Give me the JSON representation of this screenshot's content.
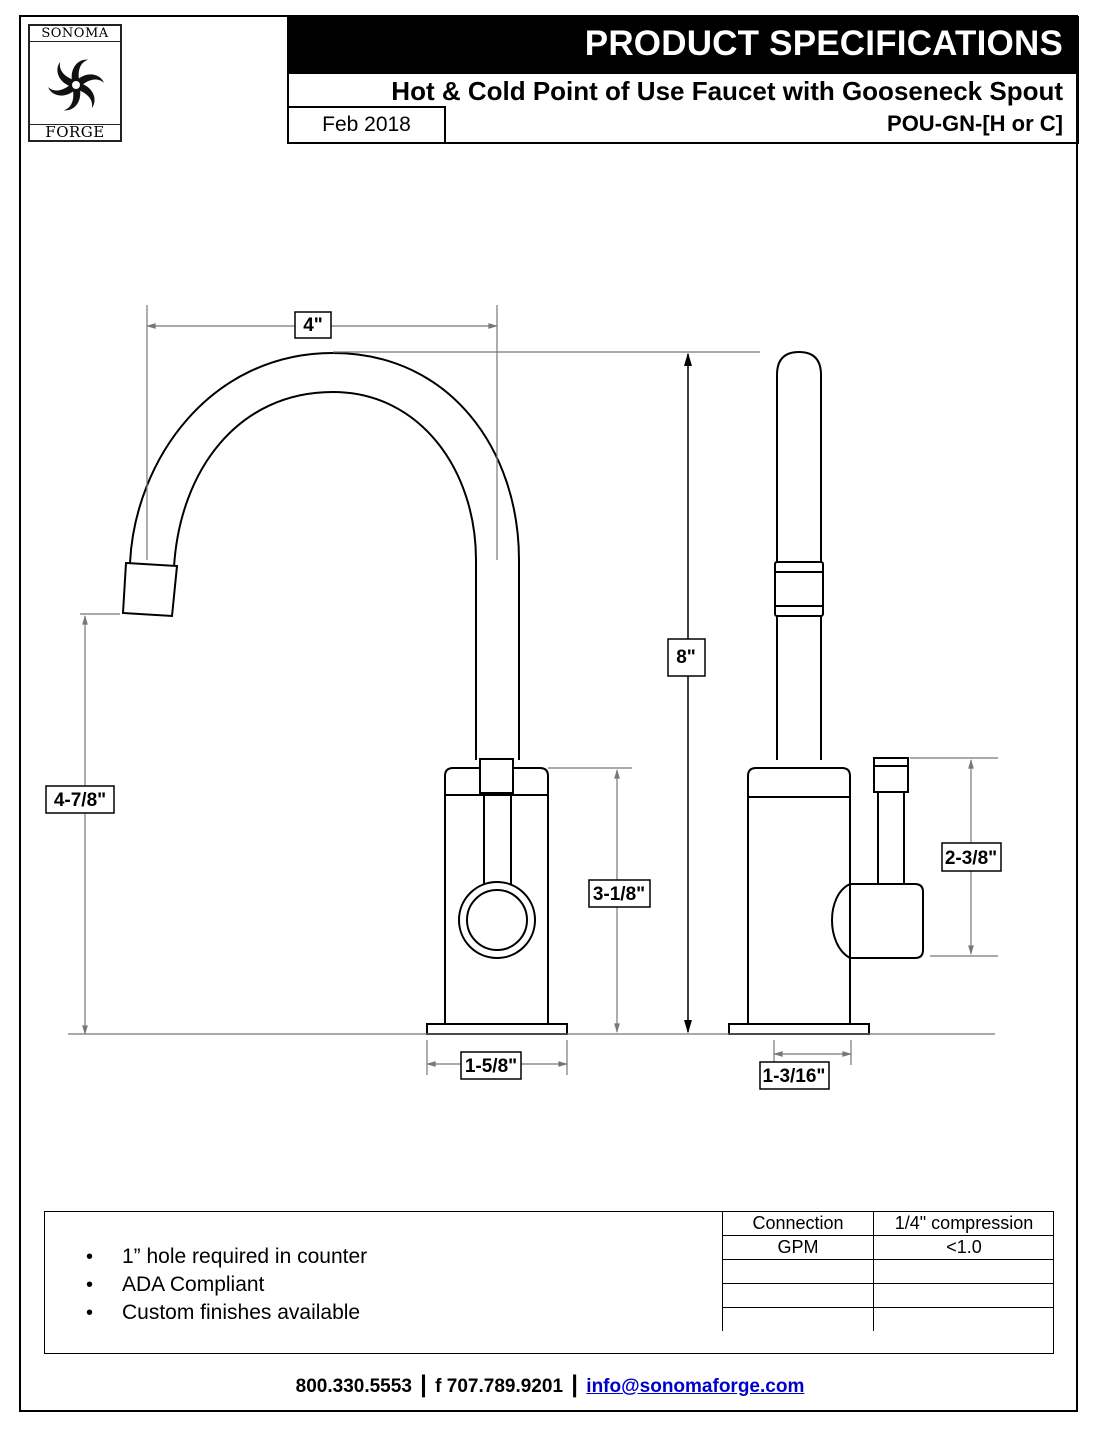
{
  "logo": {
    "top_text": "SONOMA",
    "bottom_text": "FORGE"
  },
  "header": {
    "title": "PRODUCT SPECIFICATIONS",
    "subtitle": "Hot & Cold Point of Use Faucet with Gooseneck Spout",
    "date": "Feb 2018",
    "model": "POU-GN-[H or C]"
  },
  "dimensions": {
    "spout_reach": "4\"",
    "overall_height": "8\"",
    "spout_height": "4-7/8\"",
    "body_height": "3-1/8\"",
    "base_width_front": "1-5/8\"",
    "base_width_side": "1-3/16\"",
    "handle_height": "2-3/8\""
  },
  "features": [
    "1” hole required in counter",
    "ADA Compliant",
    "Custom finishes available"
  ],
  "spec_table": [
    [
      "Connection",
      "1/4\" compression"
    ],
    [
      "GPM",
      "<1.0"
    ],
    [
      "",
      ""
    ],
    [
      "",
      ""
    ],
    [
      "",
      ""
    ]
  ],
  "footer": {
    "phone": "800.330.5553",
    "fax": "f 707.789.9201",
    "email": "info@sonomaforge.com",
    "separator": "|"
  }
}
